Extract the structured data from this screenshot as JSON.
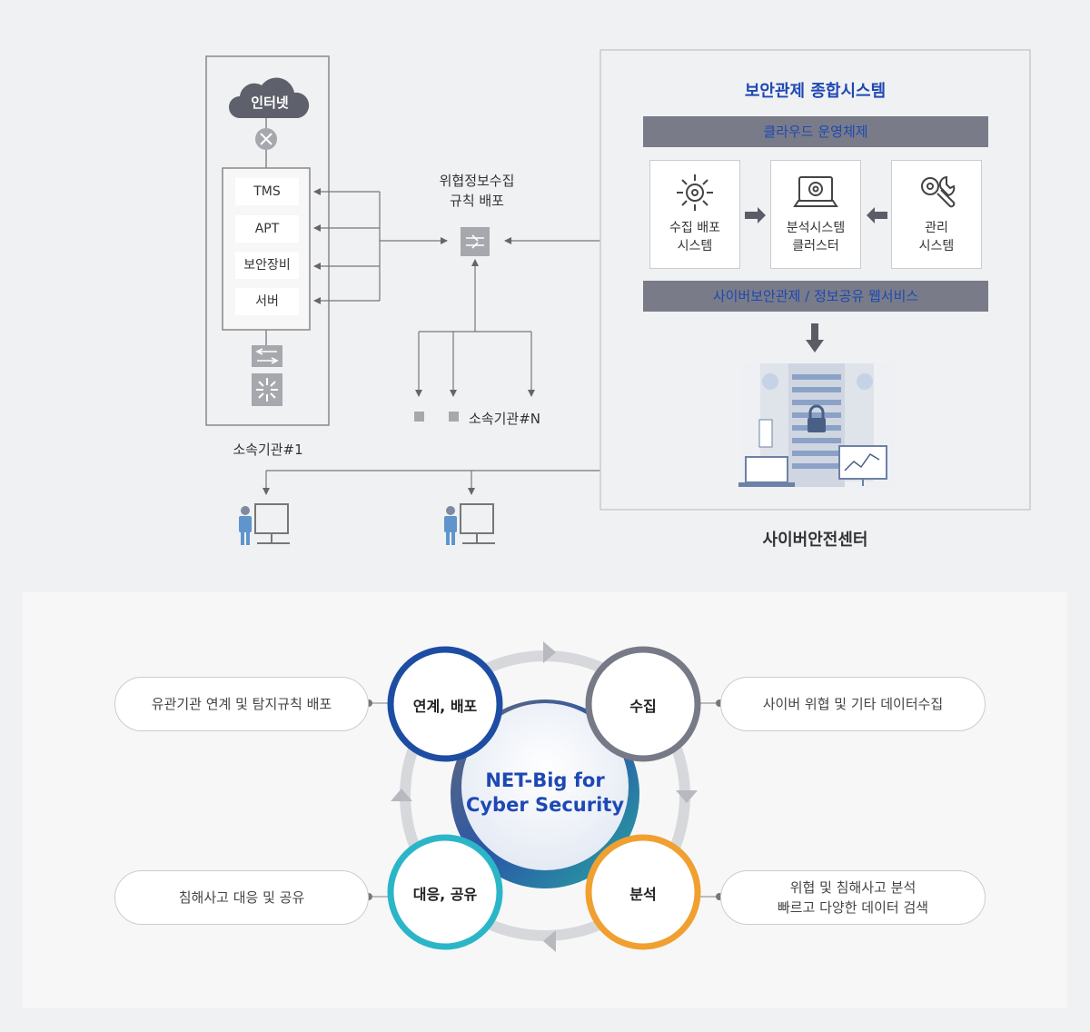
{
  "top": {
    "org1": {
      "cloud_label": "인터넷",
      "items": [
        "TMS",
        "APT",
        "보안장비",
        "서버"
      ],
      "caption": "소속기관#1"
    },
    "dist": {
      "title_line1": "위협정보수집",
      "title_line2": "규칙 배포"
    },
    "orgN": {
      "caption": "소속기관#N"
    },
    "center": {
      "title": "보안관제 종합시스템",
      "cloud_bar": "클라우드 운영체제",
      "modules": [
        {
          "line1": "수집 배포",
          "line2": "시스템",
          "icon": "network-gear-icon"
        },
        {
          "line1": "분석시스템",
          "line2": "클러스터",
          "icon": "laptop-gear-icon"
        },
        {
          "line1": "관리",
          "line2": "시스템",
          "icon": "wrench-gear-icon"
        }
      ],
      "web_bar": "사이버보안관제 / 정보공유 웹서비스",
      "caption": "사이버안전센터"
    }
  },
  "cycle": {
    "center_line1": "NET-Big for",
    "center_line2": "Cyber Security",
    "nodes": {
      "link": "연계, 배포",
      "collect": "수집",
      "analyze": "분석",
      "respond": "대응, 공유"
    },
    "pills": {
      "link": "유관기관 연계 및 탐지규칙 배포",
      "collect": "사이버 위협 및 기타 데이터수집",
      "analyze_line1": "위협 및 침해사고 분석",
      "analyze_line2": "빠르고 다양한 데이터 검색",
      "respond": "침해사고 대응 및 공유"
    },
    "colors": {
      "link": "#1d4da3",
      "collect": "#777986",
      "analyze": "#f0a030",
      "respond": "#2bb6c8",
      "title": "#1e48b4"
    }
  }
}
